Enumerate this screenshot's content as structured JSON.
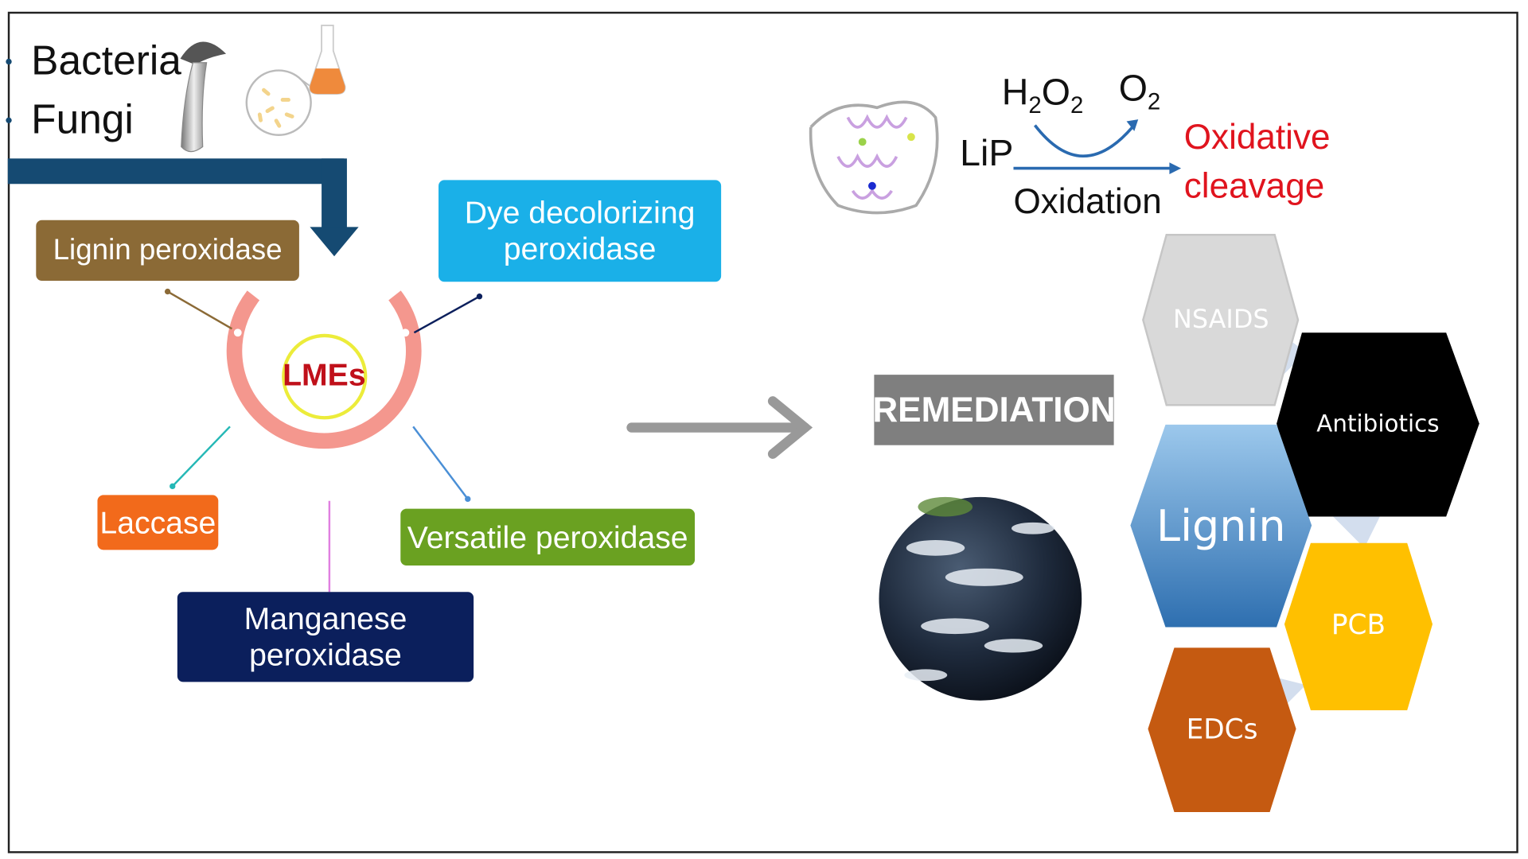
{
  "sources": {
    "items": [
      "Bacteria",
      "Fungi"
    ]
  },
  "enzymes": {
    "center_label": "LMEs",
    "lignin_peroxidase": "Lignin peroxidase",
    "dye_decolorizing_line1": "Dye decolorizing",
    "dye_decolorizing_line2": "peroxidase",
    "laccase": "Laccase",
    "versatile_peroxidase": "Versatile peroxidase",
    "manganese_line1": "Manganese",
    "manganese_line2": "peroxidase"
  },
  "reaction": {
    "enzyme": "LiP",
    "reactant_H": "H",
    "reactant_2a": "2",
    "reactant_O": "O",
    "reactant_2b": "2",
    "product_O": "O",
    "product_2": "2",
    "process": "Oxidation",
    "result_line1": "Oxidative",
    "result_line2": "cleavage"
  },
  "remediation": {
    "label": "REMEDIATION"
  },
  "pollutants": {
    "nsaids": "NSAIDS",
    "antibiotics": "Antibiotics",
    "lignin": "Lignin",
    "pcb": "PCB",
    "edcs": "EDCs"
  },
  "colors": {
    "lignin_peroxidase": "#8b6a36",
    "dye_decolorizing": "#1ab0e8",
    "laccase": "#f26a1b",
    "versatile_peroxidase": "#6aa121",
    "manganese": "#0b1f5c",
    "ring": "#f4978e",
    "lmes_text": "#c0101a",
    "result_text": "#e0141e",
    "flow_arrow": "#154a72"
  }
}
